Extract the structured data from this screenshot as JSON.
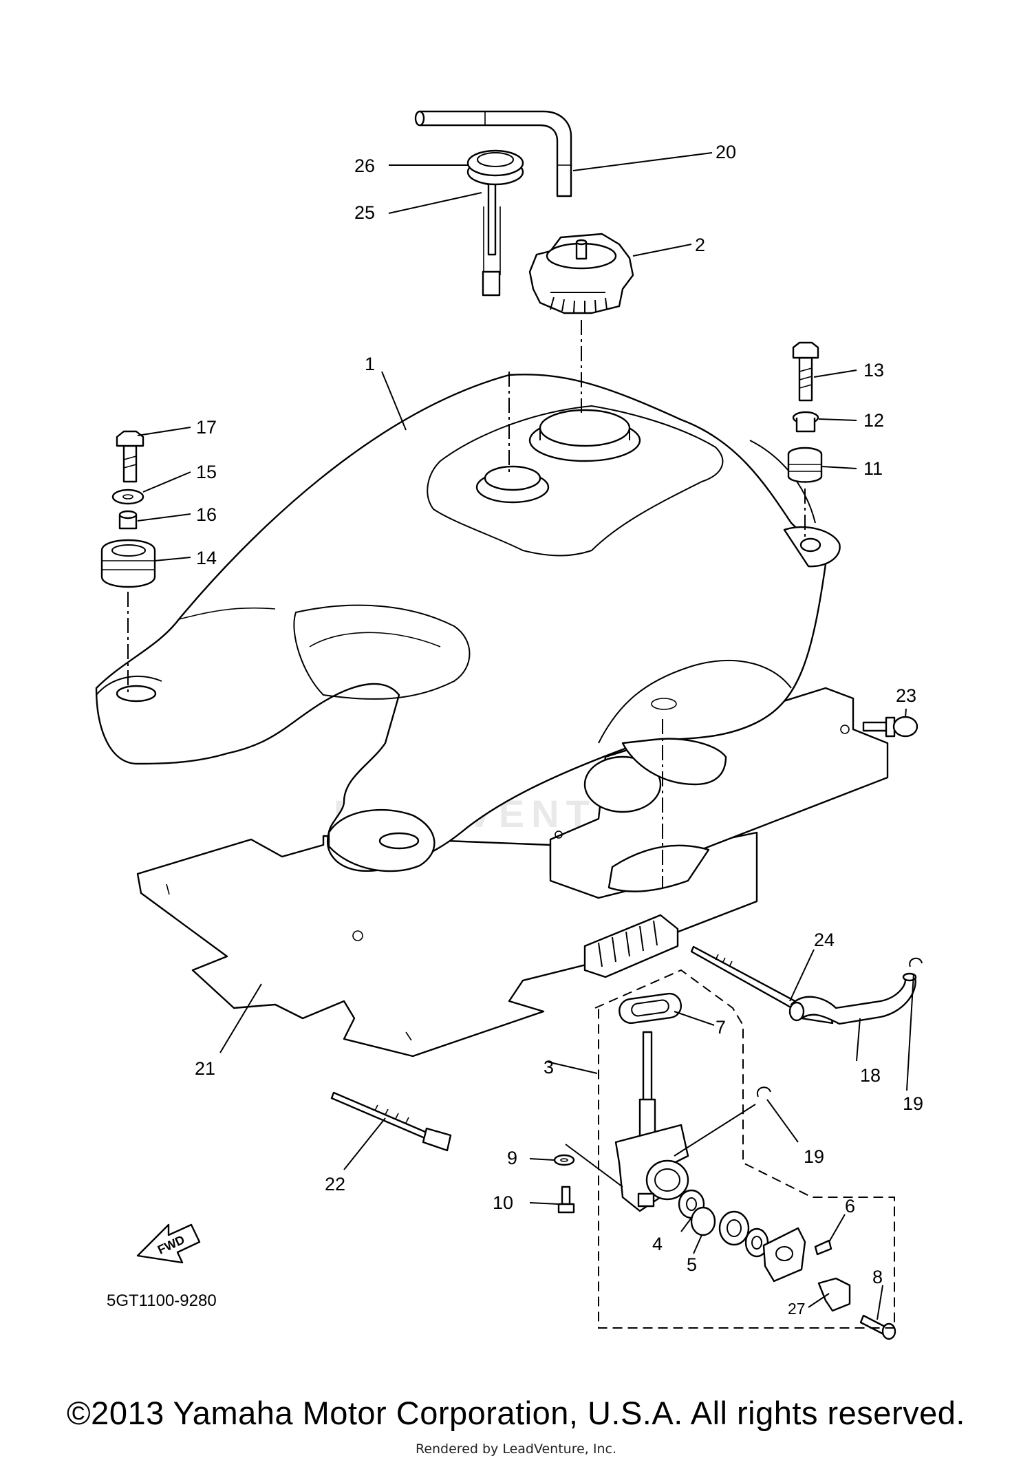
{
  "diagram": {
    "part_code": "5GT1100-9280",
    "direction_badge": "FWD",
    "callouts": [
      "1",
      "2",
      "3",
      "4",
      "5",
      "6",
      "7",
      "8",
      "9",
      "10",
      "11",
      "12",
      "13",
      "14",
      "15",
      "16",
      "17",
      "18",
      "19",
      "19",
      "20",
      "21",
      "22",
      "23",
      "24",
      "25",
      "26",
      "27"
    ]
  },
  "footer": {
    "copyright": "©2013 Yamaha Motor Corporation, U.S.A. All rights reserved.",
    "rendered_by": "Rendered by LeadVenture, Inc.",
    "watermark": "LEADVENTURE"
  }
}
